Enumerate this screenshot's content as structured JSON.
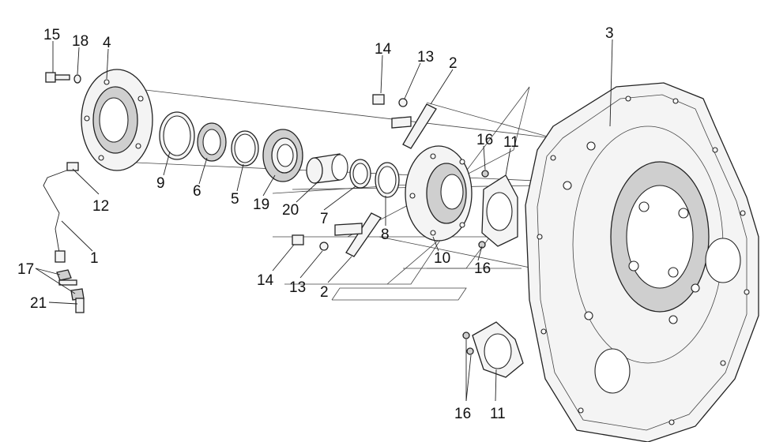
{
  "diagram": {
    "labels": {
      "l15": "15",
      "l18": "18",
      "l4": "4",
      "l14a": "14",
      "l13a": "13",
      "l2a": "2",
      "l3": "3",
      "l16a": "16",
      "l11a": "11",
      "l9": "9",
      "l6": "6",
      "l5": "5",
      "l19": "19",
      "l20": "20",
      "l7": "7",
      "l8": "8",
      "l12": "12",
      "l1": "1",
      "l17": "17",
      "l21": "21",
      "l10": "10",
      "l16b": "16",
      "l14b": "14",
      "l13b": "13",
      "l2b": "2",
      "l16c": "16",
      "l11b": "11"
    },
    "colors": {
      "stroke": "#222222",
      "fill": "#f4f4f4",
      "shade": "#cfcfcf"
    }
  }
}
